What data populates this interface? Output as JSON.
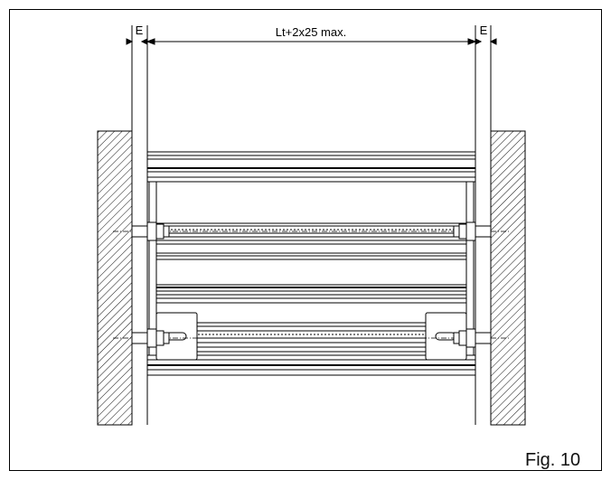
{
  "diagram": {
    "dimension_label": "Lt+2x25 max.",
    "clearance_left_label": "E",
    "clearance_right_label": "E",
    "figure_label": "Fig. 10"
  }
}
